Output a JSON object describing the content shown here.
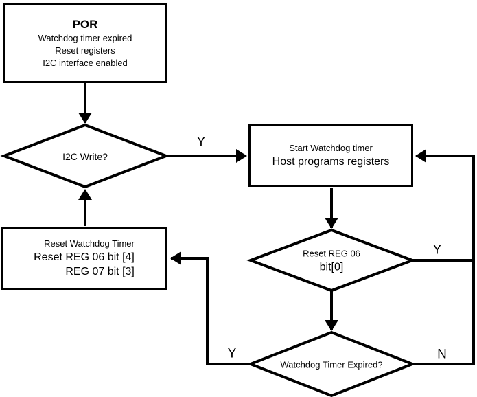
{
  "nodes": {
    "por": {
      "title": "POR",
      "lines": [
        "Watchdog timer expired",
        "Reset registers",
        "I2C interface enabled"
      ]
    },
    "i2c_write": {
      "label": "I2C Write?"
    },
    "start_watchdog": {
      "lines": [
        "Start Watchdog timer",
        "Host programs registers"
      ]
    },
    "reset_reg06": {
      "lines": [
        "Reset REG 06",
        "bit[0]"
      ]
    },
    "watchdog_expired": {
      "label": "Watchdog Timer Expired?"
    },
    "reset_watchdog": {
      "lines": [
        "Reset Watchdog Timer",
        "Reset REG 06 bit [4]",
        "REG 07 bit [3]"
      ]
    }
  },
  "edge_labels": {
    "i2c_write_yes": "Y",
    "reset_reg06_yes": "Y",
    "watchdog_expired_yes": "Y",
    "watchdog_expired_no": "N"
  },
  "colors": {
    "stroke": "#000000",
    "background": "#ffffff",
    "text": "#000000"
  }
}
